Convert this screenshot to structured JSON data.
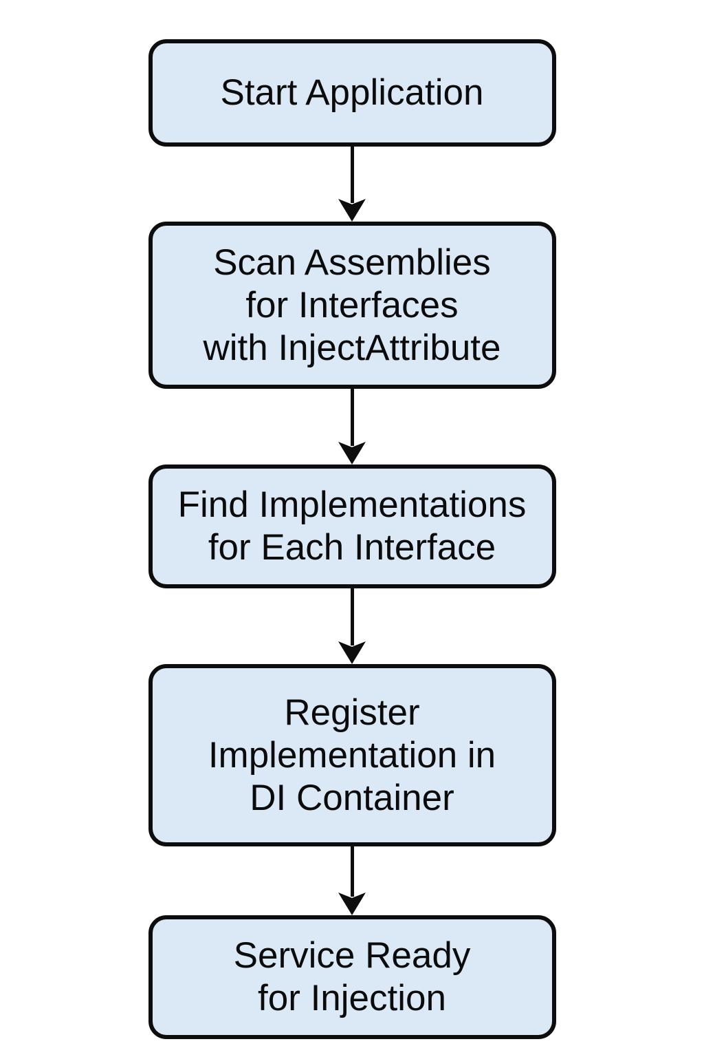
{
  "flowchart": {
    "type": "flowchart-vertical",
    "nodes": [
      {
        "id": "start-application",
        "label": "Start Application"
      },
      {
        "id": "scan-assemblies",
        "label": "Scan Assemblies\nfor Interfaces\nwith InjectAttribute"
      },
      {
        "id": "find-implementations",
        "label": "Find Implementations\nfor Each Interface"
      },
      {
        "id": "register-implementation",
        "label": "Register\nImplementation in\nDI Container"
      },
      {
        "id": "service-ready",
        "label": "Service Ready\nfor Injection"
      }
    ],
    "connections": [
      {
        "from": "start-application",
        "to": "scan-assemblies",
        "style": "arrow-down"
      },
      {
        "from": "scan-assemblies",
        "to": "find-implementations",
        "style": "arrow-down"
      },
      {
        "from": "find-implementations",
        "to": "register-implementation",
        "style": "arrow-down"
      },
      {
        "from": "register-implementation",
        "to": "service-ready",
        "style": "arrow-down"
      }
    ],
    "colors": {
      "node_fill": "#dbe9f6",
      "node_border": "#0d0d0d",
      "arrow": "#0d0d0d",
      "text": "#0b0b0b",
      "background": "#ffffff"
    }
  }
}
